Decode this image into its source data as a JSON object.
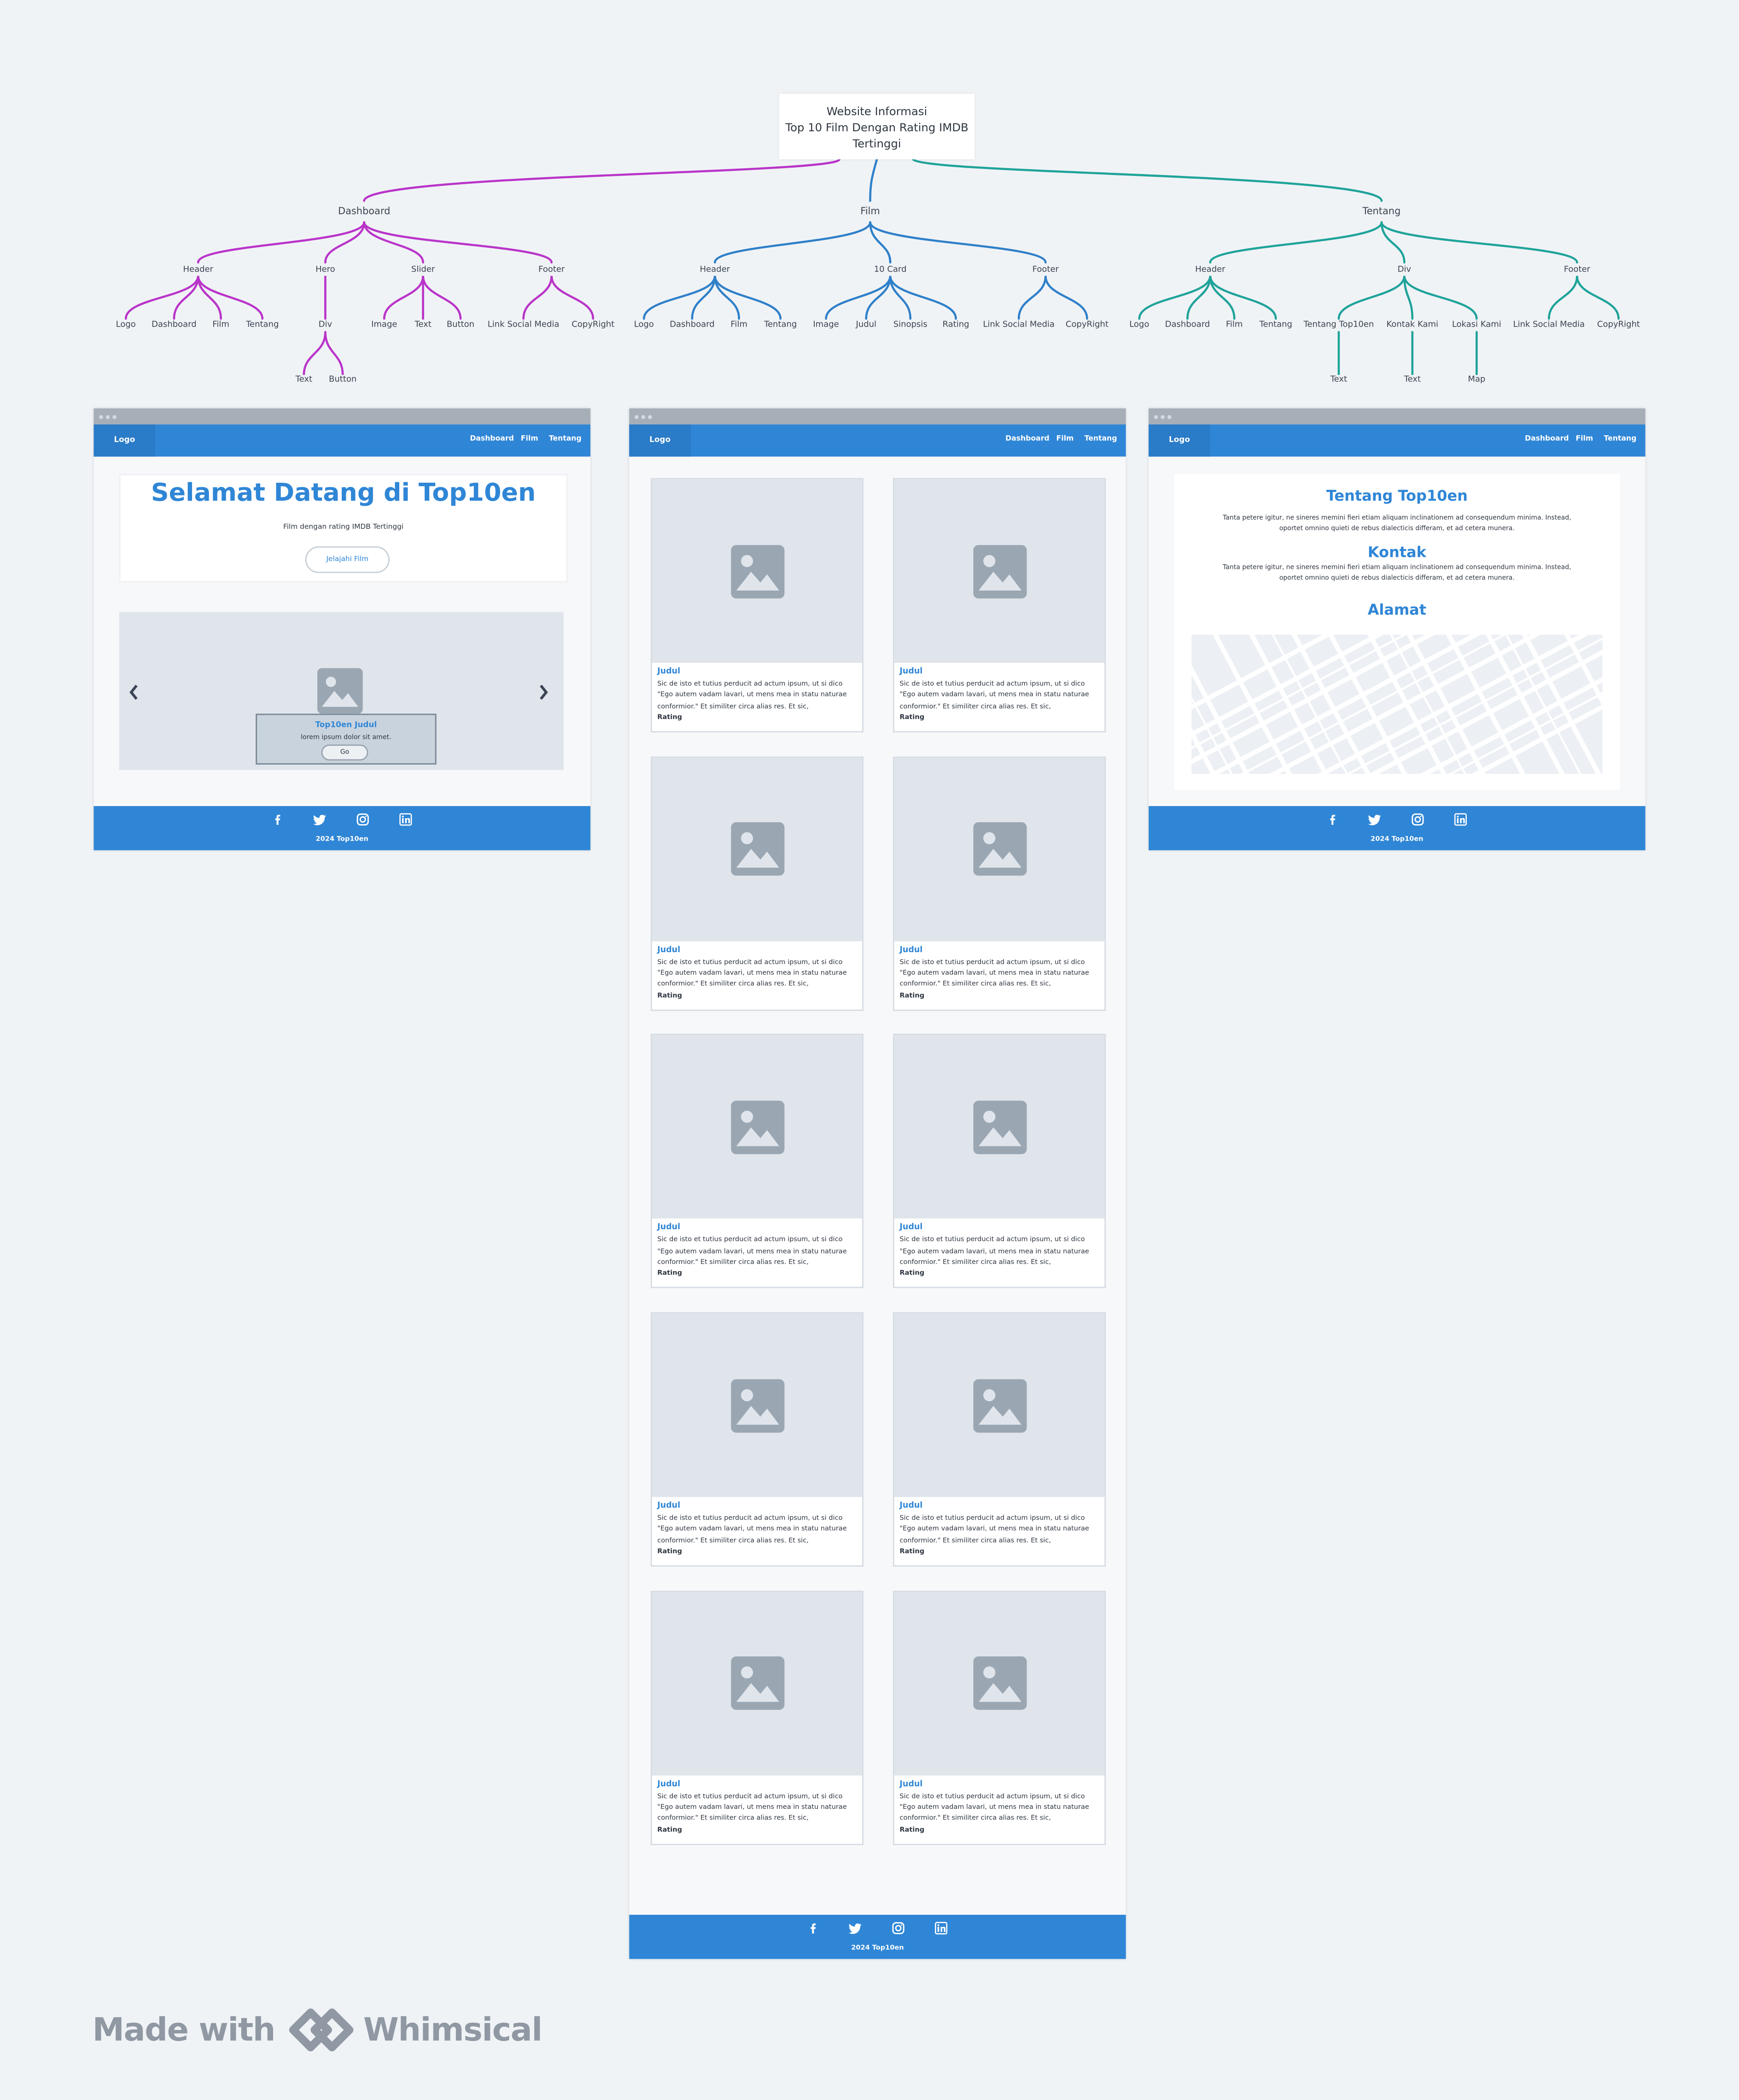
{
  "sitemap": {
    "root": [
      "Website Informasi",
      "Top 10 Film Dengan Rating IMDB",
      "Tertinggi"
    ],
    "dashboard": {
      "label": "Dashboard",
      "header": {
        "label": "Header",
        "children": [
          "Logo",
          "Dashboard",
          "Film",
          "Tentang"
        ]
      },
      "hero": {
        "label": "Hero",
        "div": "Div",
        "div_children": [
          "Text",
          "Button"
        ]
      },
      "slider": {
        "label": "Slider",
        "children": [
          "Image",
          "Text",
          "Button"
        ]
      },
      "footer": {
        "label": "Footer",
        "children": [
          "Link Social Media",
          "CopyRight"
        ]
      }
    },
    "film": {
      "label": "Film",
      "header": {
        "label": "Header",
        "children": [
          "Logo",
          "Dashboard",
          "Film",
          "Tentang"
        ]
      },
      "card": {
        "label": "10 Card",
        "children": [
          "Image",
          "Judul",
          "Sinopsis",
          "Rating"
        ]
      },
      "footer": {
        "label": "Footer",
        "children": [
          "Link Social Media",
          "CopyRight"
        ]
      }
    },
    "tentang": {
      "label": "Tentang",
      "header": {
        "label": "Header",
        "children": [
          "Logo",
          "Dashboard",
          "Film",
          "Tentang"
        ]
      },
      "div": {
        "label": "Div",
        "children": [
          "Tentang Top10en",
          "Kontak Kami",
          "Lokasi Kami"
        ],
        "sub": [
          "Text",
          "Text",
          "Map"
        ]
      },
      "footer": {
        "label": "Footer",
        "children": [
          "Link Social Media",
          "CopyRight"
        ]
      }
    },
    "colors": {
      "dashboard": "#b934c9",
      "film": "#2f80c9",
      "tentang": "#1fa39a"
    }
  },
  "nav": {
    "logo": "Logo",
    "links": [
      "Dashboard",
      "Film",
      "Tentang"
    ]
  },
  "footer": {
    "copyright": "2024 Top10en",
    "social_icons": [
      "facebook-icon",
      "twitter-icon",
      "instagram-icon",
      "linkedin-icon"
    ]
  },
  "home": {
    "hero_title": "Selamat Datang di Top10en",
    "hero_subtitle": "Film dengan rating IMDB Tertinggi",
    "hero_button": "Jelajahi Film",
    "slide_title": "Top10en Judul",
    "slide_text": "lorem ipsum dolor sit amet.",
    "slide_button": "Go"
  },
  "film_page": {
    "card": {
      "title": "Judul",
      "desc": "Sic de isto et tutius perducit ad actum ipsum, ut si dico \"Ego autem vadam lavari, ut mens mea in statu naturae conformior.\" Et similiter circa alias res. Et sic,",
      "rating": "Rating"
    }
  },
  "about": {
    "title1": "Tentang Top10en",
    "text1": "Tanta petere igitur, ne sineres memini fieri etiam aliquam inclinationem ad consequendum minima. Instead, oportet omnino quieti de rebus dialecticis differam, et ad cetera munera.",
    "title2": "Kontak",
    "text2": "Tanta petere igitur, ne sineres memini fieri etiam aliquam inclinationem ad consequendum minima. Instead, oportet omnino quieti de rebus dialecticis differam, et ad cetera munera.",
    "title3": "Alamat"
  },
  "watermark": {
    "made_with": "Made with",
    "brand": "Whimsical"
  },
  "accent": "#2f86d6"
}
